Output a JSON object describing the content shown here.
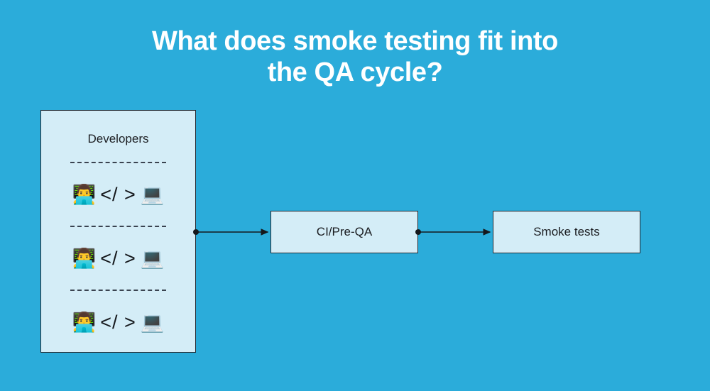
{
  "theme": {
    "background_color": "#2BACDA",
    "node_fill_color": "#D4EDF7",
    "node_border_color": "#23272E",
    "title_color": "#FFFFFF",
    "connector_color": "#15181C",
    "divider_color": "#3A4350"
  },
  "title": {
    "line1": "What does smoke testing fit into",
    "line2": "the QA cycle?"
  },
  "diagram": {
    "type": "flowchart",
    "nodes": [
      {
        "id": "developers",
        "label": "Developers",
        "rows": [
          {
            "person_icon": "👨‍💻",
            "code_label": "</ >",
            "laptop_icon": "💻"
          },
          {
            "person_icon": "👨‍💻",
            "code_label": "</ >",
            "laptop_icon": "💻"
          },
          {
            "person_icon": "👨‍💻",
            "code_label": "</ >",
            "laptop_icon": "💻"
          }
        ]
      },
      {
        "id": "ci",
        "label": "CI/Pre-QA"
      },
      {
        "id": "smoke",
        "label": "Smoke tests"
      }
    ],
    "edges": [
      {
        "from": "developers",
        "to": "ci"
      },
      {
        "from": "ci",
        "to": "smoke"
      }
    ]
  }
}
